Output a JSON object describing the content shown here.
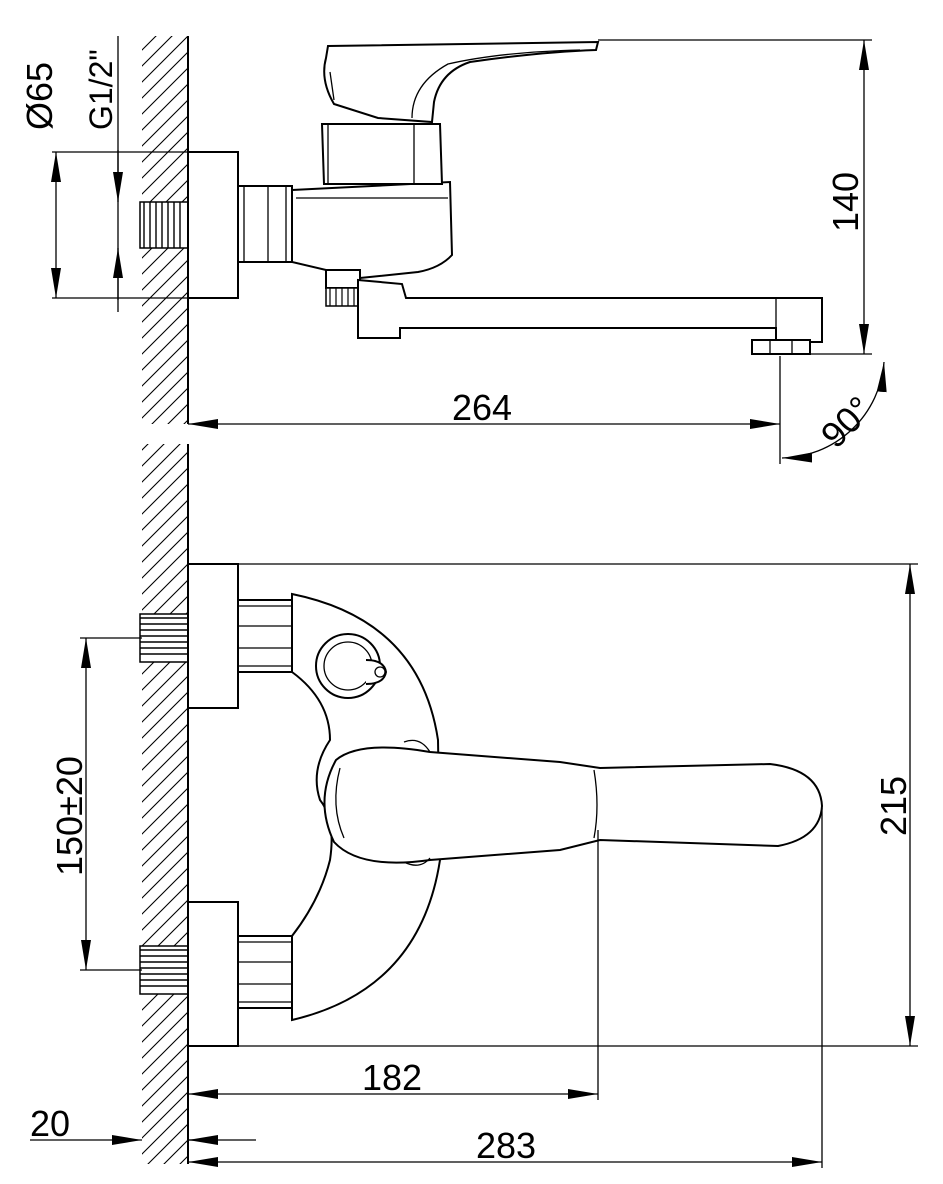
{
  "dimensions": {
    "diameter": "Ø65",
    "thread": "G1/2\"",
    "height": "140",
    "projection": "264",
    "angle": "90°",
    "centers": "150±20",
    "width": "215",
    "lever_reach": "182",
    "wall_offset": "20",
    "total_reach": "283"
  },
  "colors": {
    "line": "#000000",
    "background": "#ffffff"
  }
}
